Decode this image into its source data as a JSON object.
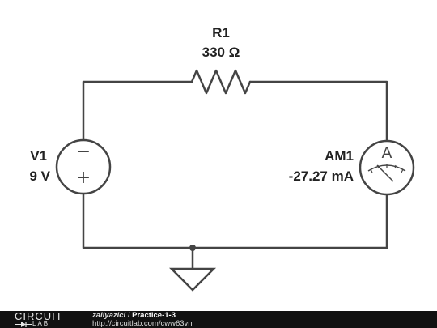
{
  "components": {
    "resistor": {
      "name": "R1",
      "value": "330 Ω"
    },
    "source": {
      "name": "V1",
      "value": "9 V",
      "minus": "−",
      "plus": "+"
    },
    "ammeter": {
      "name": "AM1",
      "value": "-27.27 mA",
      "symbol": "A"
    }
  },
  "footer": {
    "logo_top": "CIRCUIT",
    "logo_bottom": "LAB",
    "user": "zaliyazici",
    "separator": " / ",
    "project": "Practice-1-3",
    "url": "http://circuitlab.com/cww63vn"
  },
  "colors": {
    "wire": "#444444",
    "footer_bg": "#111111"
  }
}
